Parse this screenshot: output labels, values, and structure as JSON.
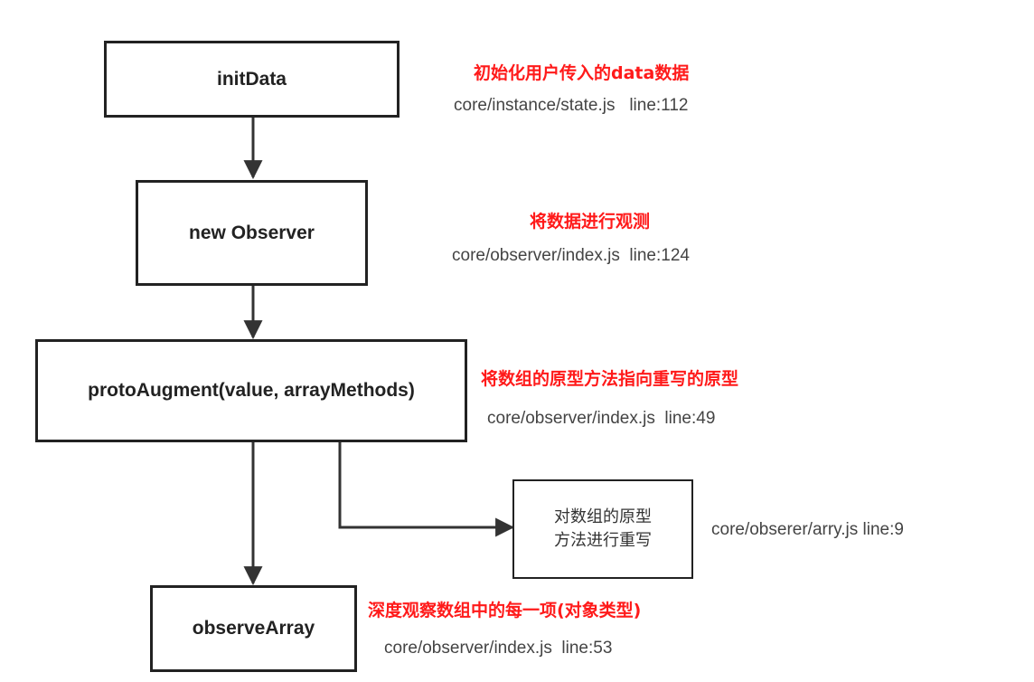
{
  "nodes": {
    "init_data": "initData",
    "new_observer": "new Observer",
    "proto_augment": "protoAugment(value, arrayMethods)",
    "rewrite": [
      "对数组的原型",
      "方法进行重写"
    ],
    "observe_array": "observeArray"
  },
  "notes": {
    "init_data": {
      "title": "初始化用户传入的data数据",
      "path": "core/instance/state.js   line:112"
    },
    "new_observer": {
      "title": "将数据进行观测",
      "path": "core/observer/index.js  line:124"
    },
    "proto_augment": {
      "title": "将数组的原型方法指向重写的原型",
      "path": "core/observer/index.js  line:49"
    },
    "rewrite": {
      "path": "core/obserer/arry.js line:9"
    },
    "observe_array": {
      "title": "深度观察数组中的每一项(对象类型)",
      "path": "core/observer/index.js  line:53"
    }
  },
  "colors": {
    "title": "#ff1a1a",
    "line": "#333333",
    "box_border": "#222222"
  }
}
